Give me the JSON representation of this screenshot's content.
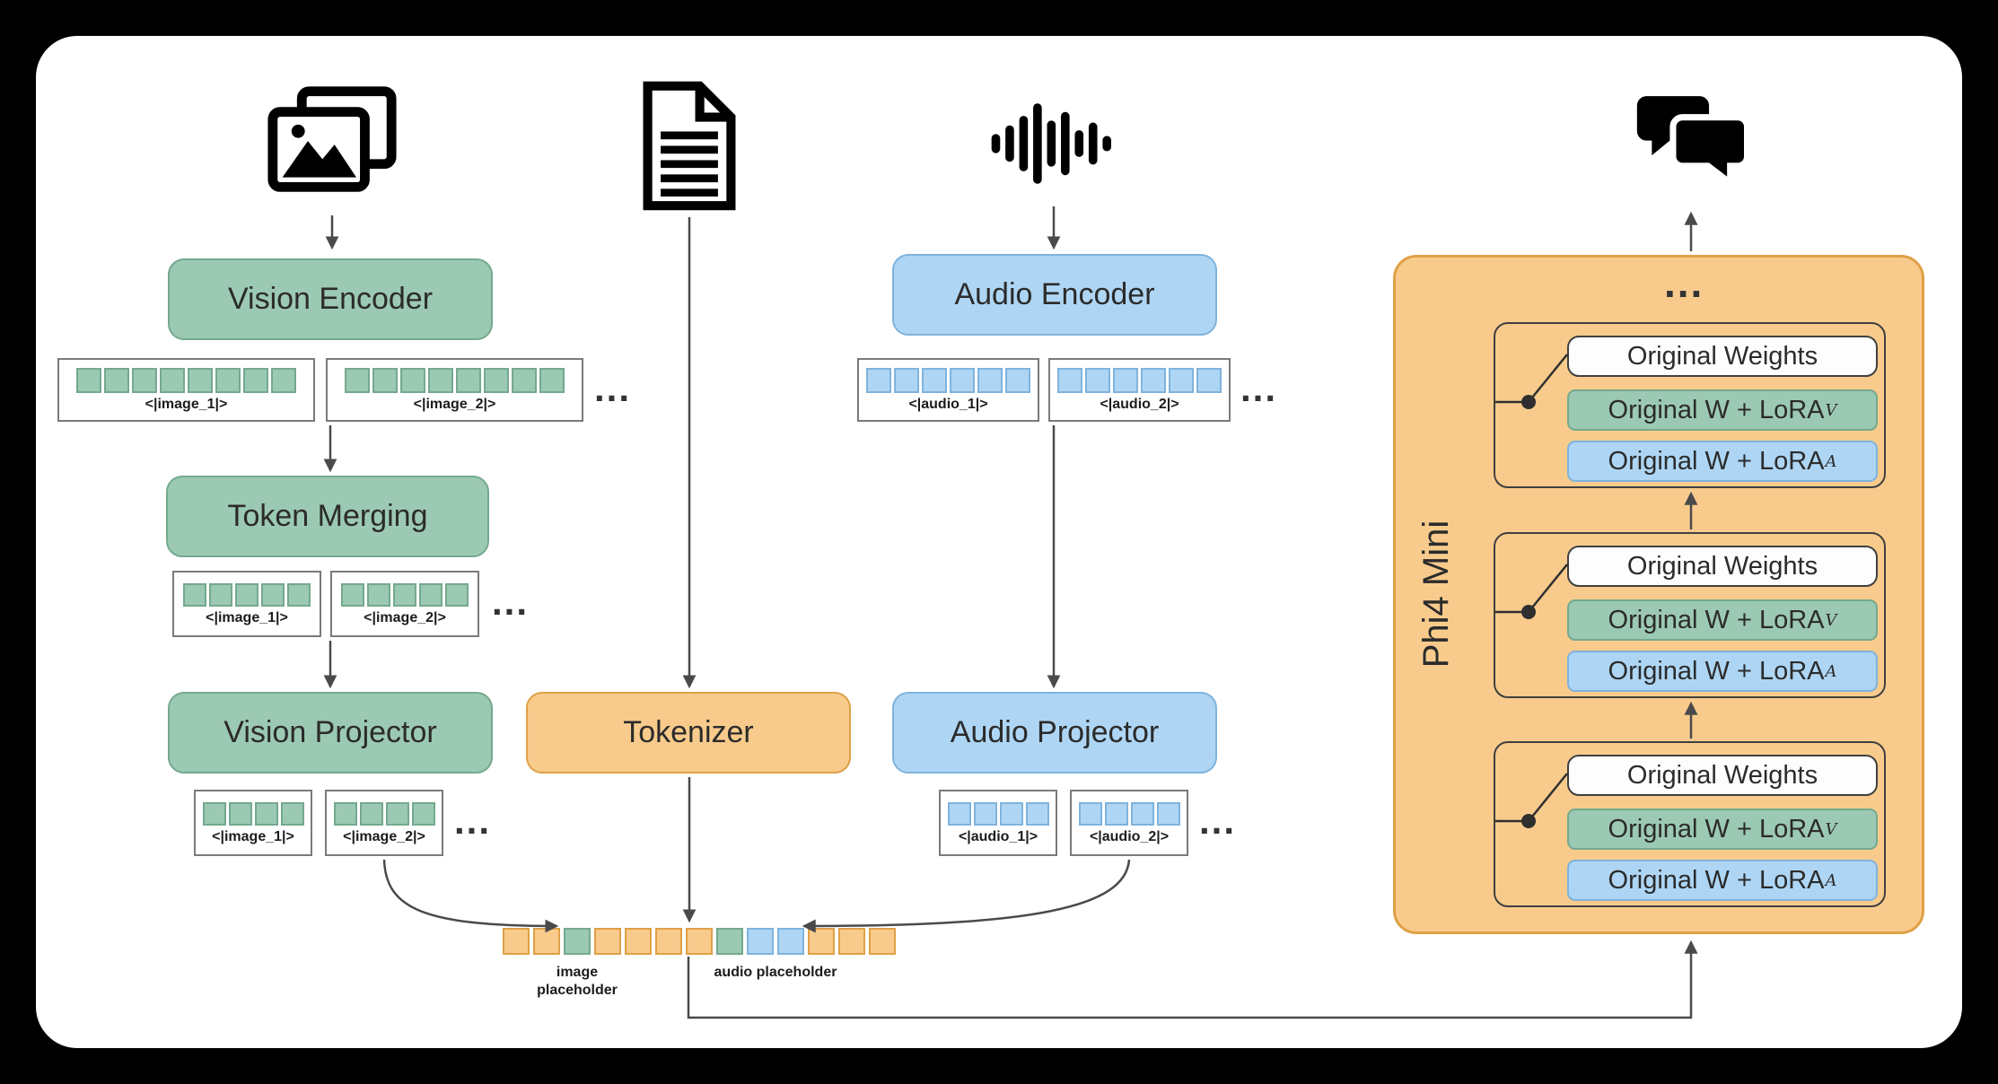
{
  "colors": {
    "green_fill": "#9cc9b3",
    "green_border": "#74a98e",
    "blue_fill": "#aed6f4",
    "blue_border": "#7fb3dd",
    "orange_fill": "#f8cb8c",
    "orange_border": "#dfa046",
    "text": "#2b2b2b",
    "arrow": "#4a4a4a",
    "canvas": "#ffffff",
    "background": "#000000"
  },
  "labels": {
    "vision_encoder": "Vision Encoder",
    "token_merging": "Token Merging",
    "vision_projector": "Vision Projector",
    "tokenizer": "Tokenizer",
    "audio_encoder": "Audio Encoder",
    "audio_projector": "Audio Projector",
    "phi4_mini": "Phi4 Mini",
    "ellipsis": "...",
    "image_tag_1": "<|image_1|>",
    "image_tag_2": "<|image_2|>",
    "audio_tag_1": "<|audio_1|>",
    "audio_tag_2": "<|audio_2|>",
    "image_placeholder": "image placeholder",
    "audio_placeholder": "audio placeholder",
    "original_weights": "Original Weights",
    "lora_base": "Original W + LoRA",
    "lora_v_sub": "V",
    "lora_a_sub": "A"
  },
  "squares": {
    "vision_encoder_out": {
      "count": 8,
      "color": "green"
    },
    "token_merging_out": {
      "count": 5,
      "color": "green"
    },
    "vision_projector_out": {
      "count": 4,
      "color": "green"
    },
    "audio_encoder_out": {
      "count": 6,
      "color": "blue"
    },
    "audio_projector_out": {
      "count": 4,
      "color": "blue"
    },
    "combined_sequence": [
      "orange",
      "orange",
      "green",
      "orange",
      "orange",
      "orange",
      "orange",
      "green",
      "blue",
      "blue",
      "orange",
      "orange",
      "orange"
    ]
  },
  "icons": {
    "image_input": "image-stack-icon",
    "text_input": "document-icon",
    "audio_input": "audio-waveform-icon",
    "chat_output": "chat-bubbles-icon"
  }
}
